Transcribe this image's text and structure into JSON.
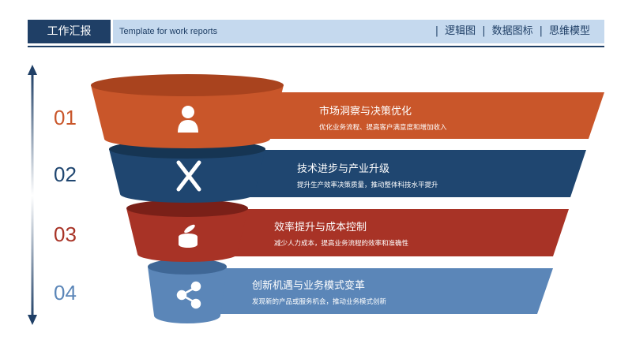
{
  "header": {
    "title": "工作汇报",
    "subtitle": "Template for work reports",
    "nav": [
      "逻辑图",
      "数据图标",
      "思维模型"
    ]
  },
  "colors": {
    "orange": "#c9562a",
    "navy": "#1f4670",
    "red": "#a83326",
    "lightblue": "#5b86b8"
  },
  "steps": [
    {
      "number": "01",
      "title": "市场洞察与决策优化",
      "desc": "优化业务流程、提高客户满意度和增加收入",
      "icon": "user-icon"
    },
    {
      "number": "02",
      "title": "技术进步与产业升级",
      "desc": "提升生产效率决策质量，推动整体科技水平提升",
      "icon": "tools-cross-icon"
    },
    {
      "number": "03",
      "title": "效率提升与成本控制",
      "desc": "减少人力成本，提高业务流程的效率和准确性",
      "icon": "can-icon"
    },
    {
      "number": "04",
      "title": "创新机遇与业务模式变革",
      "desc": "发现新的产品或服务机会，推动业务模式创新",
      "icon": "share-icon"
    }
  ]
}
